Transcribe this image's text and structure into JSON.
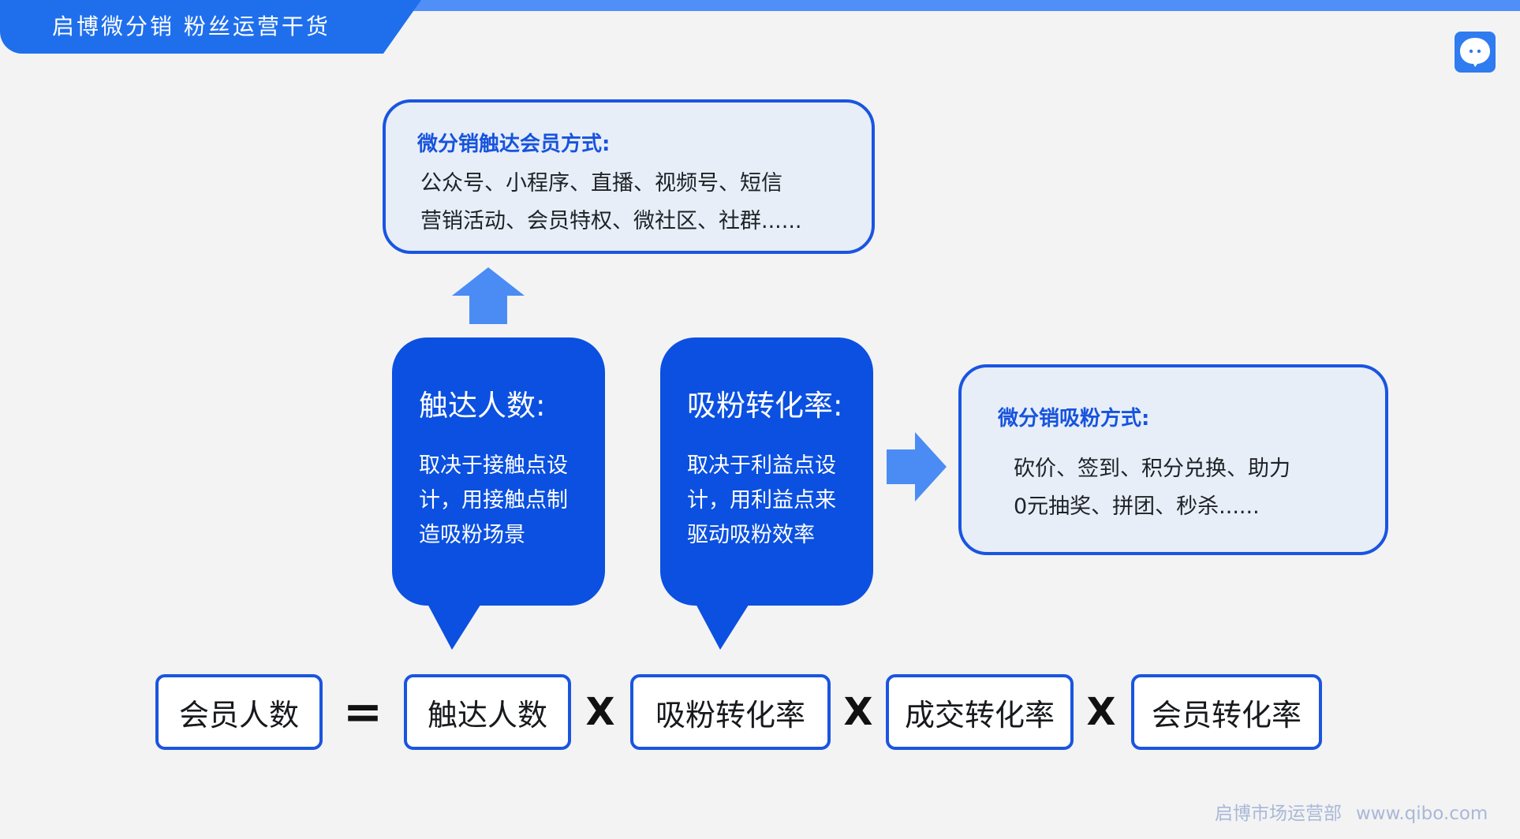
{
  "header": {
    "title": "启博微分销 粉丝运营干货"
  },
  "icons": {
    "chat": "chat-bubble-icon",
    "up_arrow": "arrow-up-icon",
    "right_arrow": "arrow-right-icon"
  },
  "colors": {
    "primary": "#0b50e0",
    "accent": "#1f6fed",
    "box_fill": "#e7eef8",
    "background": "#f3f3f4"
  },
  "reach_methods": {
    "title": "微分销触达会员方式:",
    "lines": [
      "公众号、小程序、直播、视频号、短信",
      "营销活动、会员特权、微社区、社群......"
    ]
  },
  "bubbles": [
    {
      "title": "触达人数:",
      "lines": [
        "取决于接触点设",
        "计，用接触点制",
        "造吸粉场景"
      ]
    },
    {
      "title": "吸粉转化率:",
      "lines": [
        "取决于利益点设",
        "计，用利益点来",
        "驱动吸粉效率"
      ]
    }
  ],
  "fan_methods": {
    "title": "微分销吸粉方式:",
    "lines": [
      "砍价、签到、积分兑换、助力",
      "0元抽奖、拼团、秒杀......"
    ]
  },
  "formula": {
    "result": "会员人数",
    "equals": "=",
    "factors": [
      "触达人数",
      "吸粉转化率",
      "成交转化率",
      "会员转化率"
    ],
    "multiply": "X"
  },
  "footer": {
    "org": "启博市场运营部",
    "site": "www.qibo.com"
  }
}
